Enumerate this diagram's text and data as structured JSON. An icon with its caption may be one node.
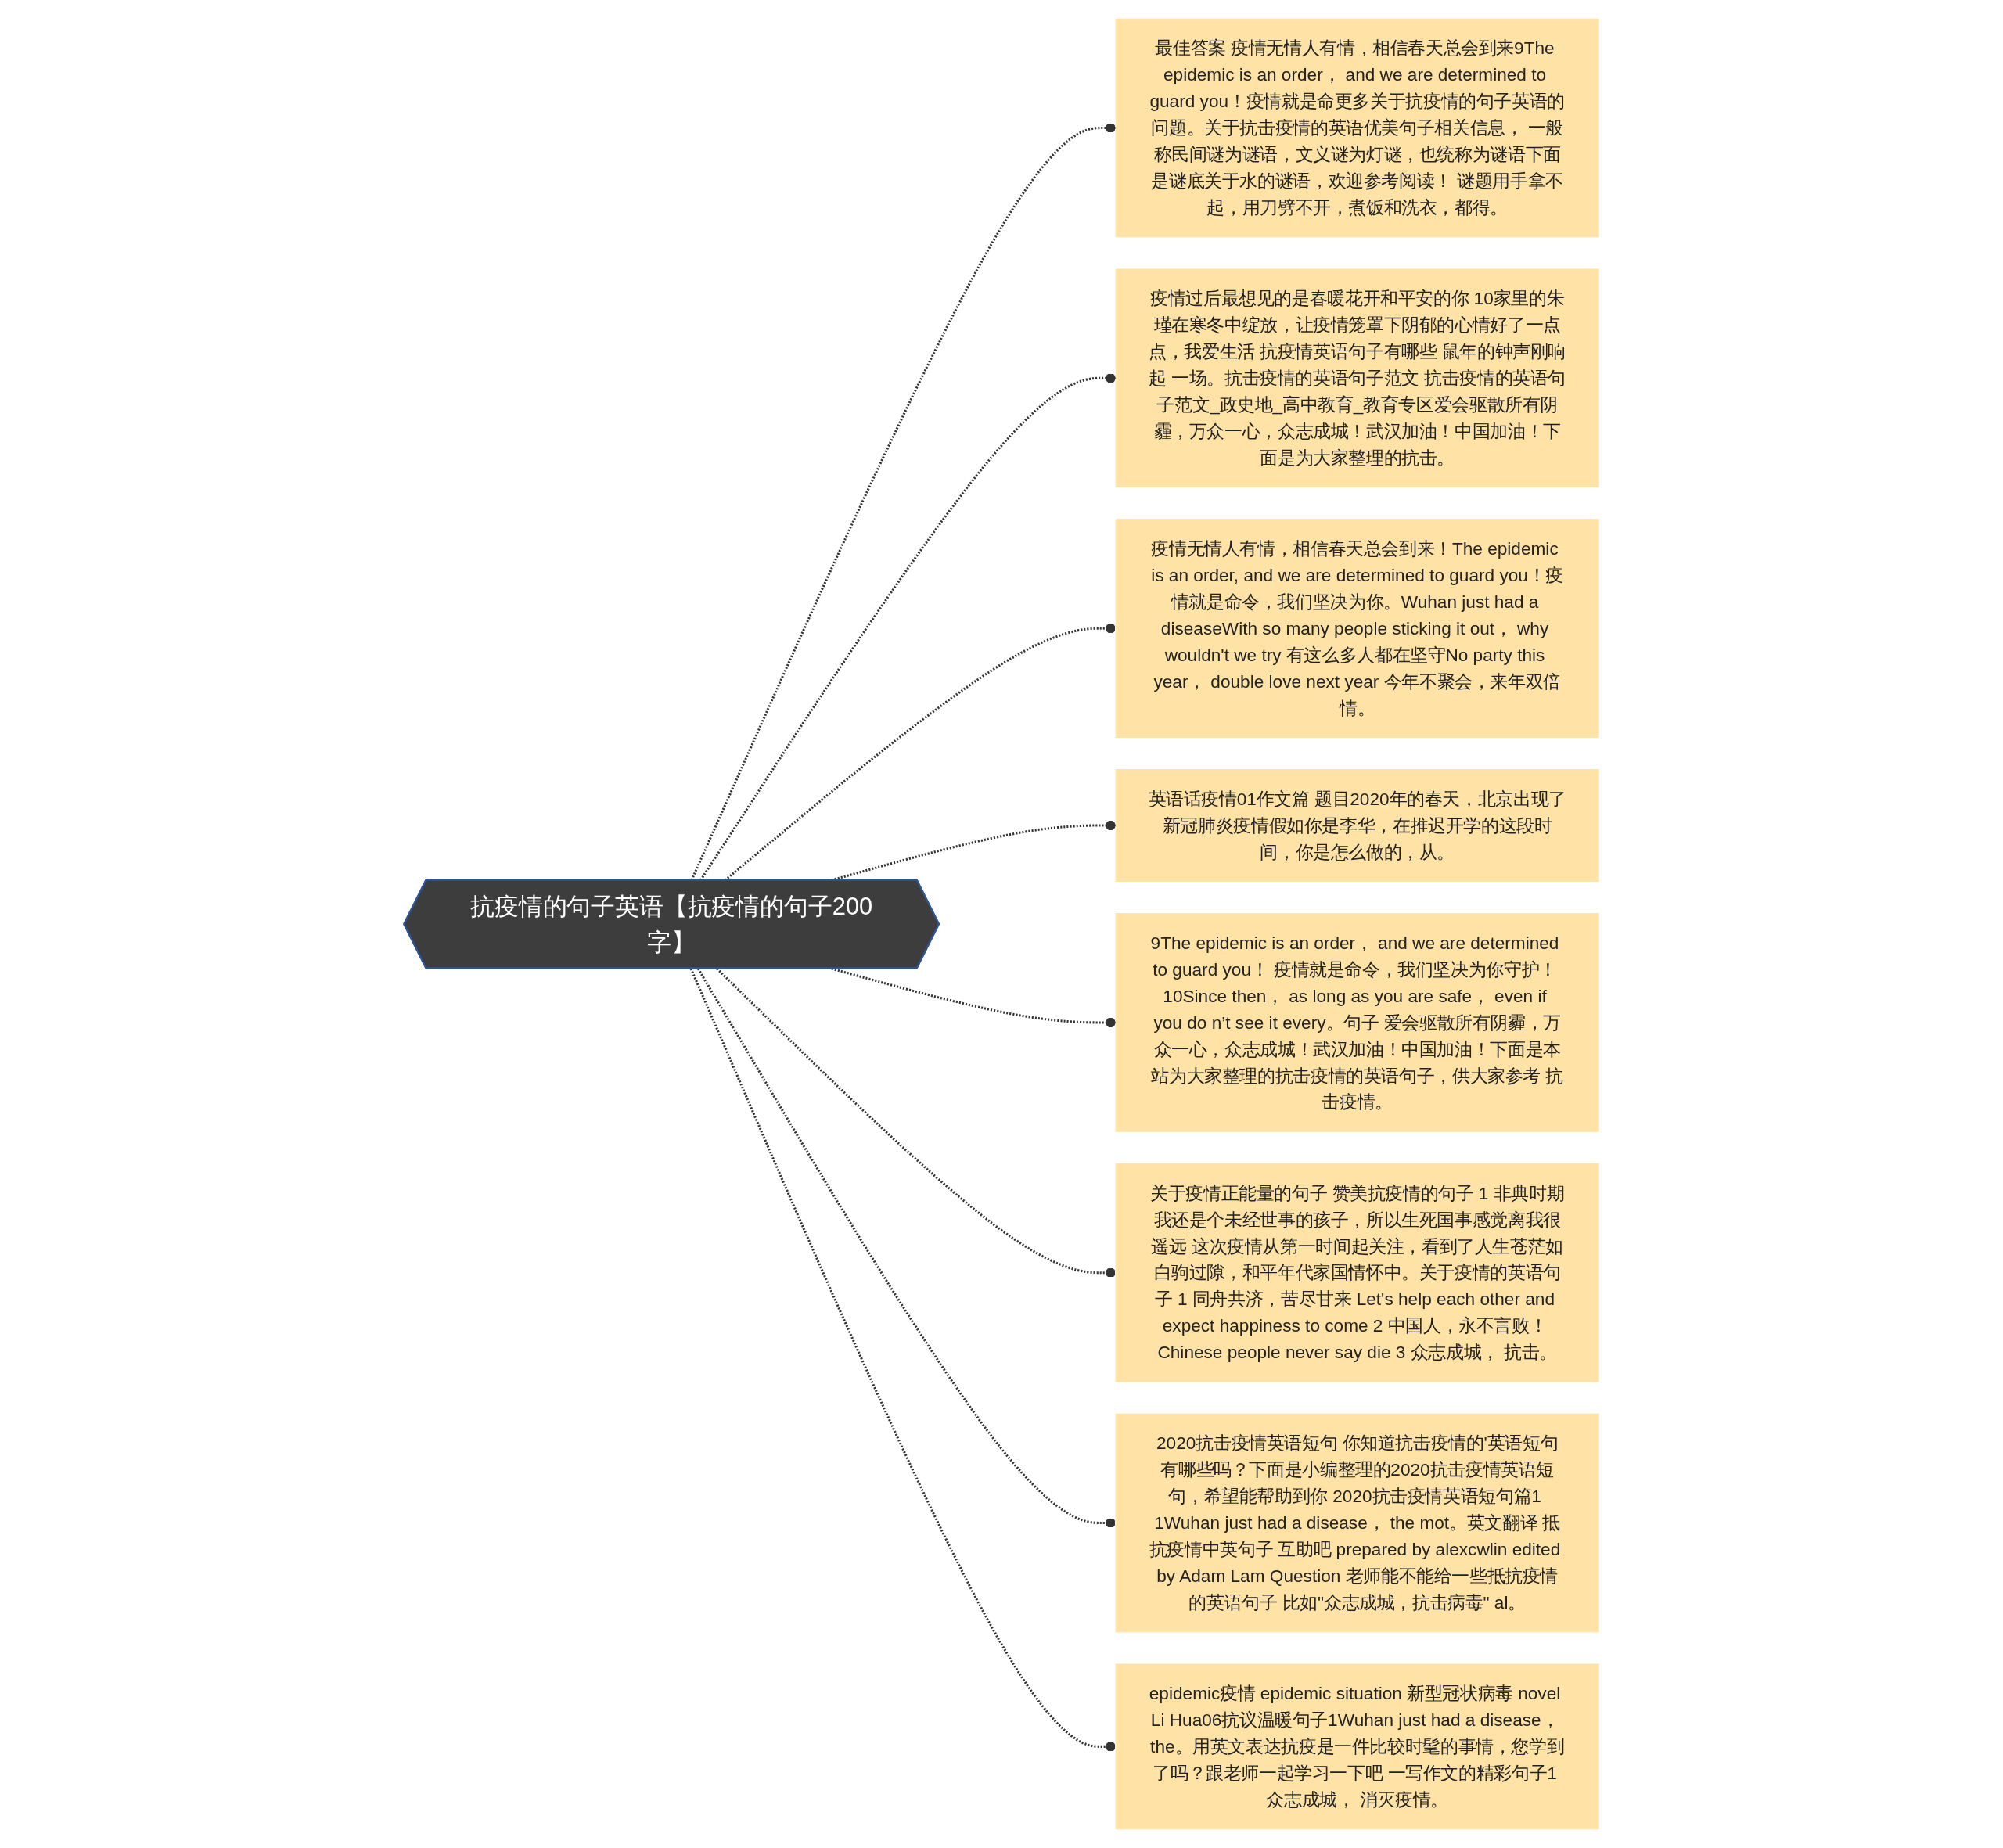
{
  "diagram": {
    "nodes": [
      {
        "text": [
          "抗疫情的句子英语【抗疫情的句子200字】"
        ]
      },
      {
        "text": [
          "最佳答案 疫情无情人有情，相信春天总会到来9The epidemic is an order， and we are determined to guard you！疫情就是命更多关于抗疫情的句子英语的问题。关于抗击疫情的英语优美句子相关信息， 一般称民间谜为谜语，文义谜为灯谜，也统称为谜语下面是谜底关于水的谜语，欢迎参考阅读！ 谜题用手拿不起，用刀劈不开，煮饭和洗衣，都得。"
        ]
      },
      {
        "text": [
          "疫情过后最想见的是春暖花开和平安的你 10家里的朱瑾在寒冬中绽放，让疫情笼罩下阴郁的心情好了一点点，我爱生活 抗疫情英语句子有哪些 鼠年的钟声刚响起 一场。抗击疫情的英语句子范文 抗击疫情的英语句子范文_政史地_高中教育_教育专区爱会驱散所有阴霾，万众一心，众志成城！武汉加油！中国加油！下面是为大家整理的抗击。"
        ]
      },
      {
        "text": [
          "疫情无情人有情，相信春天总会到来！The epidemic is an order, and we are determined to guard you！疫情就是命令，我们坚决为你。Wuhan just had a diseaseWith so many people sticking it out， why wouldn't we try 有这么多人都在坚守No party this year， double love next year 今年不聚会，来年双倍情。"
        ]
      },
      {
        "text": [
          "英语话疫情01作文篇 题目2020年的春天，北京出现了新冠肺炎疫情假如你是李华，在推迟开学的这段时间，你是怎么做的，从。"
        ]
      },
      {
        "text": [
          "9The epidemic is an order， and we are determined to guard you！ 疫情就是命令，我们坚决为你守护！ 10Since then， as long as you are safe， even if you do n’t see it every。句子 爱会驱散所有阴霾，万众一心，众志成城！武汉加油！中国加油！下面是本站为大家整理的抗击疫情的英语句子，供大家参考 抗击疫情。"
        ]
      },
      {
        "text": [
          "关于疫情正能量的句子 赞美抗疫情的句子 1 非典时期我还是个未经世事的孩子，所以生死国事感觉离我很遥远 这次疫情从第一时间起关注，看到了人生苍茫如白驹过隙，和平年代家国情怀中。关于疫情的英语句子 1 同舟共济，苦尽甘来 Let's help each other and expect happiness to come 2 中国人，永不言败！ Chinese people never say die 3 众志成城， 抗击。"
        ]
      },
      {
        "text": [
          "2020抗击疫情英语短句 你知道抗击疫情的'英语短句有哪些吗？下面是小编整理的2020抗击疫情英语短句，希望能帮助到你 2020抗击疫情英语短句篇1 1Wuhan just had a disease， the mot。英文翻译 抵抗疫情中英句子 互助吧 prepared by alexcwlin edited by Adam Lam Question 老师能不能给一些抵抗疫情的英语句子 比如\"众志成城，抗击病毒\" al。"
        ]
      },
      {
        "text": [
          "epidemic疫情 epidemic situation 新型冠状病毒 novel Li Hua06抗议温暖句子1Wuhan just had a disease， the。用英文表达抗疫是一件比较时髦的事情，您学到了吗？跟老师一起学习一下吧 一写作文的精彩句子1 众志成城， 消灭疫情。"
        ]
      }
    ],
    "edges": [
      {
        "from": 0,
        "to": 1,
        "arrow": "other",
        "style": "dashed"
      },
      {
        "from": 0,
        "to": 2,
        "arrow": "other",
        "style": "dashed"
      },
      {
        "from": 0,
        "to": 3,
        "arrow": "other",
        "style": "dashed"
      },
      {
        "from": 0,
        "to": 4,
        "arrow": "other",
        "style": "dashed"
      },
      {
        "from": 0,
        "to": 5,
        "arrow": "other",
        "style": "dashed"
      },
      {
        "from": 0,
        "to": 6,
        "arrow": "other",
        "style": "dashed"
      },
      {
        "from": 0,
        "to": 7,
        "arrow": "other",
        "style": "dashed"
      },
      {
        "from": 0,
        "to": 8,
        "arrow": "other",
        "style": "dashed"
      }
    ]
  }
}
